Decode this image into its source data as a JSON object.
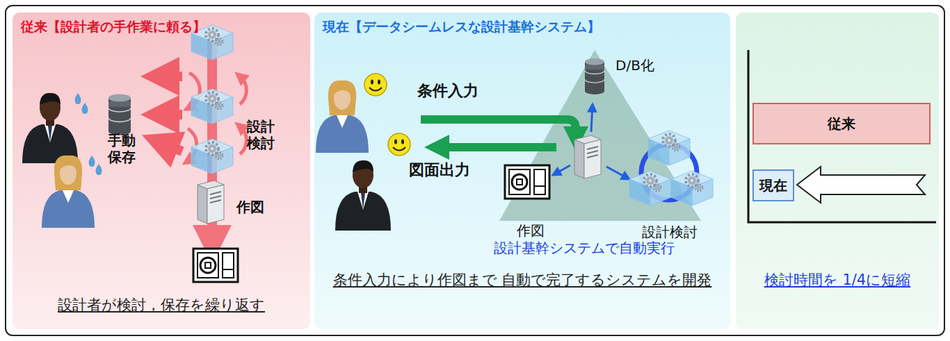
{
  "diagram": {
    "nodes": [
      {
        "text": [
          "従来【設計者の手作業に頼る】",
          "設計者が検討，保存を繰り返す"
        ]
      },
      {
        "text": [
          "現在【データシームレスな設計基幹システム】",
          "条件入力により作図まで 自動で完了するシステムを開発"
        ]
      },
      {
        "text": [
          "検討時間を 1/4に短縮"
        ]
      },
      {
        "text": [
          "従来"
        ],
        "in": 2
      },
      {
        "text": [
          "現在"
        ],
        "in": 2
      }
    ],
    "labels": [
      "手動 保存",
      "設計 検討",
      "作図",
      "条件入力",
      "図面出力",
      "D/B化",
      "作図",
      "設計検討",
      "設計基幹システムで自動実行"
    ]
  }
}
